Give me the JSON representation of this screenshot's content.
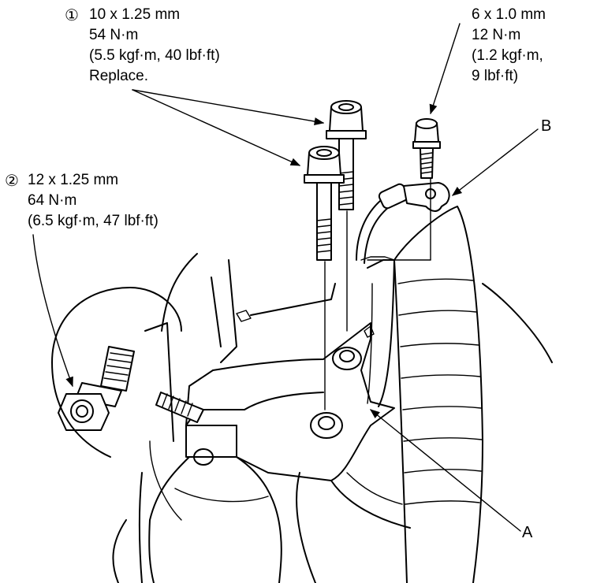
{
  "callout_1": {
    "marker": "①",
    "lines": [
      "10 x 1.25 mm",
      "54 N·m",
      "(5.5 kgf·m, 40 lbf·ft)",
      "Replace."
    ]
  },
  "callout_2": {
    "marker": "②",
    "lines": [
      "12 x 1.25 mm",
      "64 N·m",
      "(6.5 kgf·m, 47 lbf·ft)"
    ]
  },
  "callout_3": {
    "lines": [
      "6 x 1.0 mm",
      "12 N·m",
      "(1.2 kgf·m,",
      "9 lbf·ft)"
    ]
  },
  "label_a": "A",
  "label_b": "B"
}
